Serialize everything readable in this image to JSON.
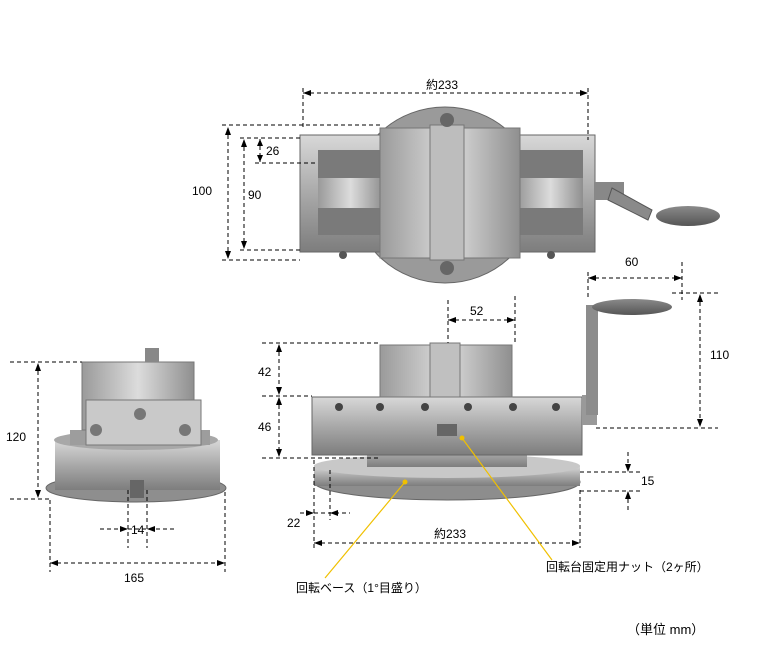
{
  "dimensions": {
    "top_width": "約233",
    "top_depth_100": "100",
    "top_depth_90": "90",
    "top_depth_26": "26",
    "side_dim_60": "60",
    "side_dim_52": "52",
    "side_dim_110": "110",
    "side_dim_42": "42",
    "side_dim_46": "46",
    "side_dim_15": "15",
    "side_dim_22": "22",
    "side_base_width": "約233",
    "end_height_120": "120",
    "end_slot_14": "14",
    "end_width_165": "165"
  },
  "annotations": {
    "rotary_base": "回転ベース（1°目盛り）",
    "fixing_nut": "回転台固定用ナット（2ヶ所）"
  },
  "unit_note": "（単位 mm）"
}
